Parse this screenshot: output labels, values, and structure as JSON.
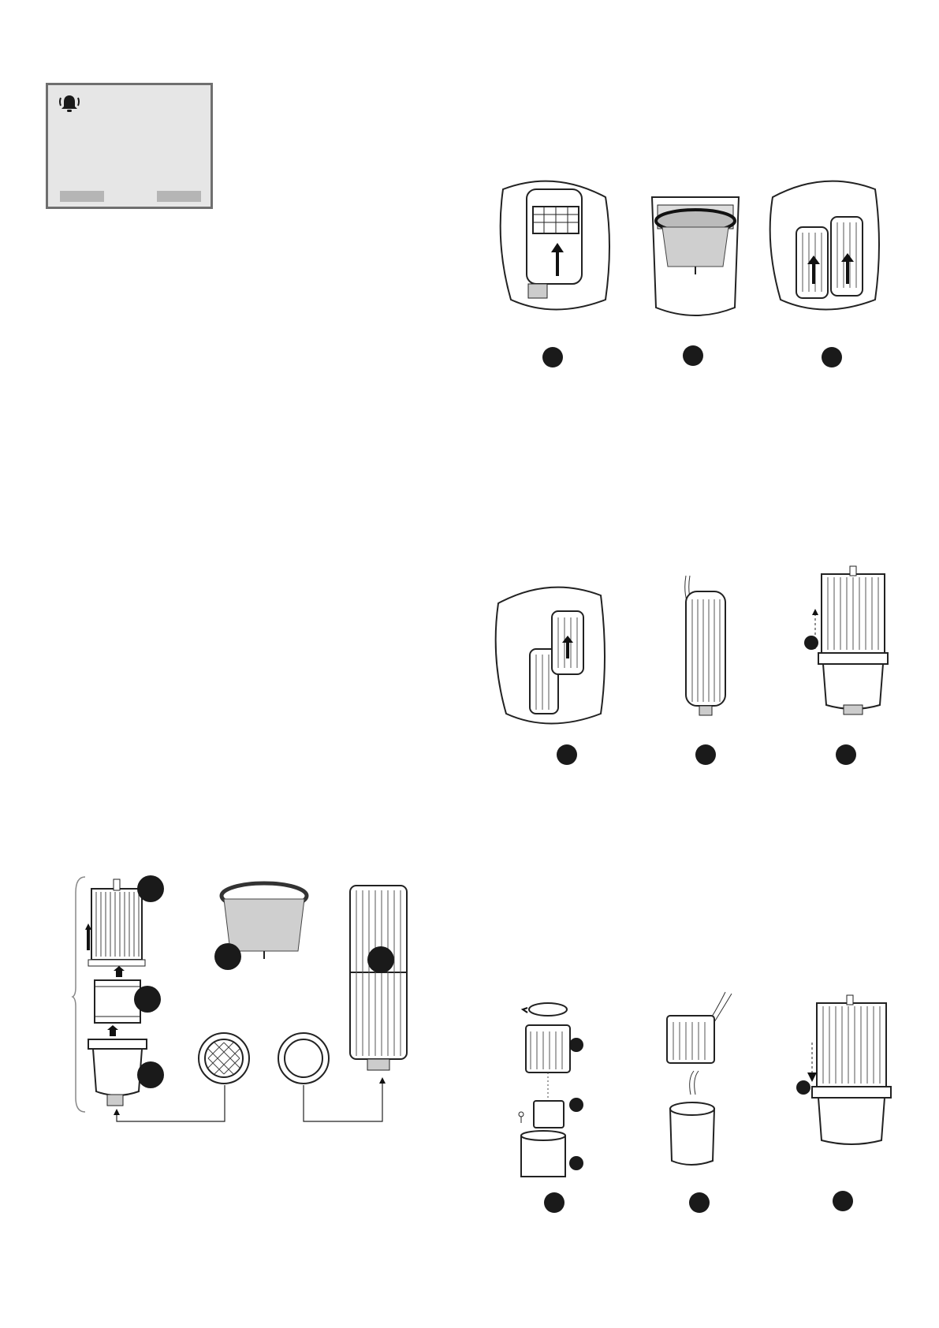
{
  "page": {
    "size": "1191x1684",
    "icons": [
      "alarm-bell-icon"
    ],
    "colors": {
      "panel": "#e6e6e6",
      "panel_border": "#6f6f6f",
      "button": "#b5b5b5",
      "marker": "#1a1a1a"
    }
  },
  "alarm_panel": {
    "icon": "alarm-bell-icon",
    "left_button_label": "",
    "right_button_label": ""
  },
  "figures": {
    "row1": [
      "filter-housing-open",
      "skimmer-basket",
      "remove-cartridges"
    ],
    "row2": [
      "cartridge-in-housing",
      "cartridge-rinse",
      "cartridge-lift"
    ],
    "row3": [
      "disassemble-cartridge",
      "rinse-parts",
      "reassemble-cartridge"
    ],
    "parts": [
      "upper-cartridge",
      "skimmer-basket",
      "long-cartridge",
      "middle-sleeve",
      "lower-cap",
      "mesh-disc",
      "ring-gasket"
    ]
  }
}
